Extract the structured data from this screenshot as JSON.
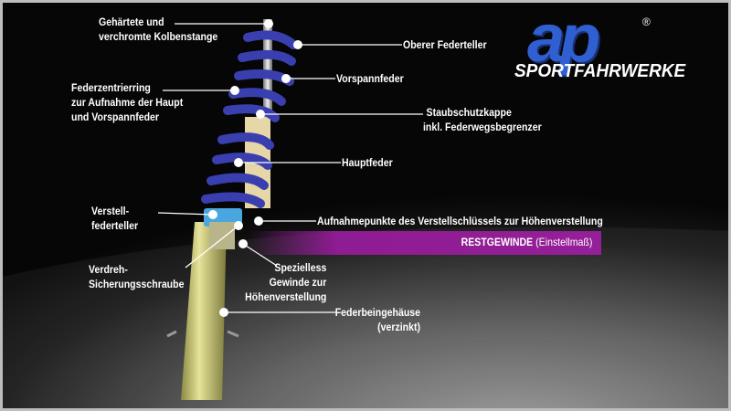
{
  "logo": {
    "brand": "ap",
    "registered": "®",
    "subtitle": "SPORTFAHRWERKE"
  },
  "labels": {
    "kolbenstange": [
      "Gehärtete und",
      "verchromte Kolbenstange"
    ],
    "oberer_federteller": "Oberer Federteller",
    "vorspannfeder": "Vorspannfeder",
    "federzentrierring": [
      "Federzentrierring",
      "zur Aufnahme der Haupt",
      "und Vorspannfeder"
    ],
    "staubschutzkappe": [
      "Staubschutzkappe",
      "inkl. Federwegsbegrenzer"
    ],
    "hauptfeder": "Hauptfeder",
    "verstellfederteller": [
      "Verstell-",
      "federteller"
    ],
    "aufnahmepunkte": "Aufnahmepunkte des Verstellschlüssels zur Höhenverstellung",
    "verdreh": [
      "Verdreh-",
      "Sicherungsschraube"
    ],
    "gewinde": [
      "Spezielless",
      "Gewinde zur",
      "Höhenverstellung"
    ],
    "gehaeuse": [
      "Federbeingehäuse",
      "(verzinkt)"
    ]
  },
  "restgewinde": {
    "bold": "RESTGEWINDE",
    "normal": " (Einstellmaß)"
  },
  "colors": {
    "spring": "#3a3fb0",
    "purple": "#951f98",
    "logo": "#2f5fd0"
  }
}
